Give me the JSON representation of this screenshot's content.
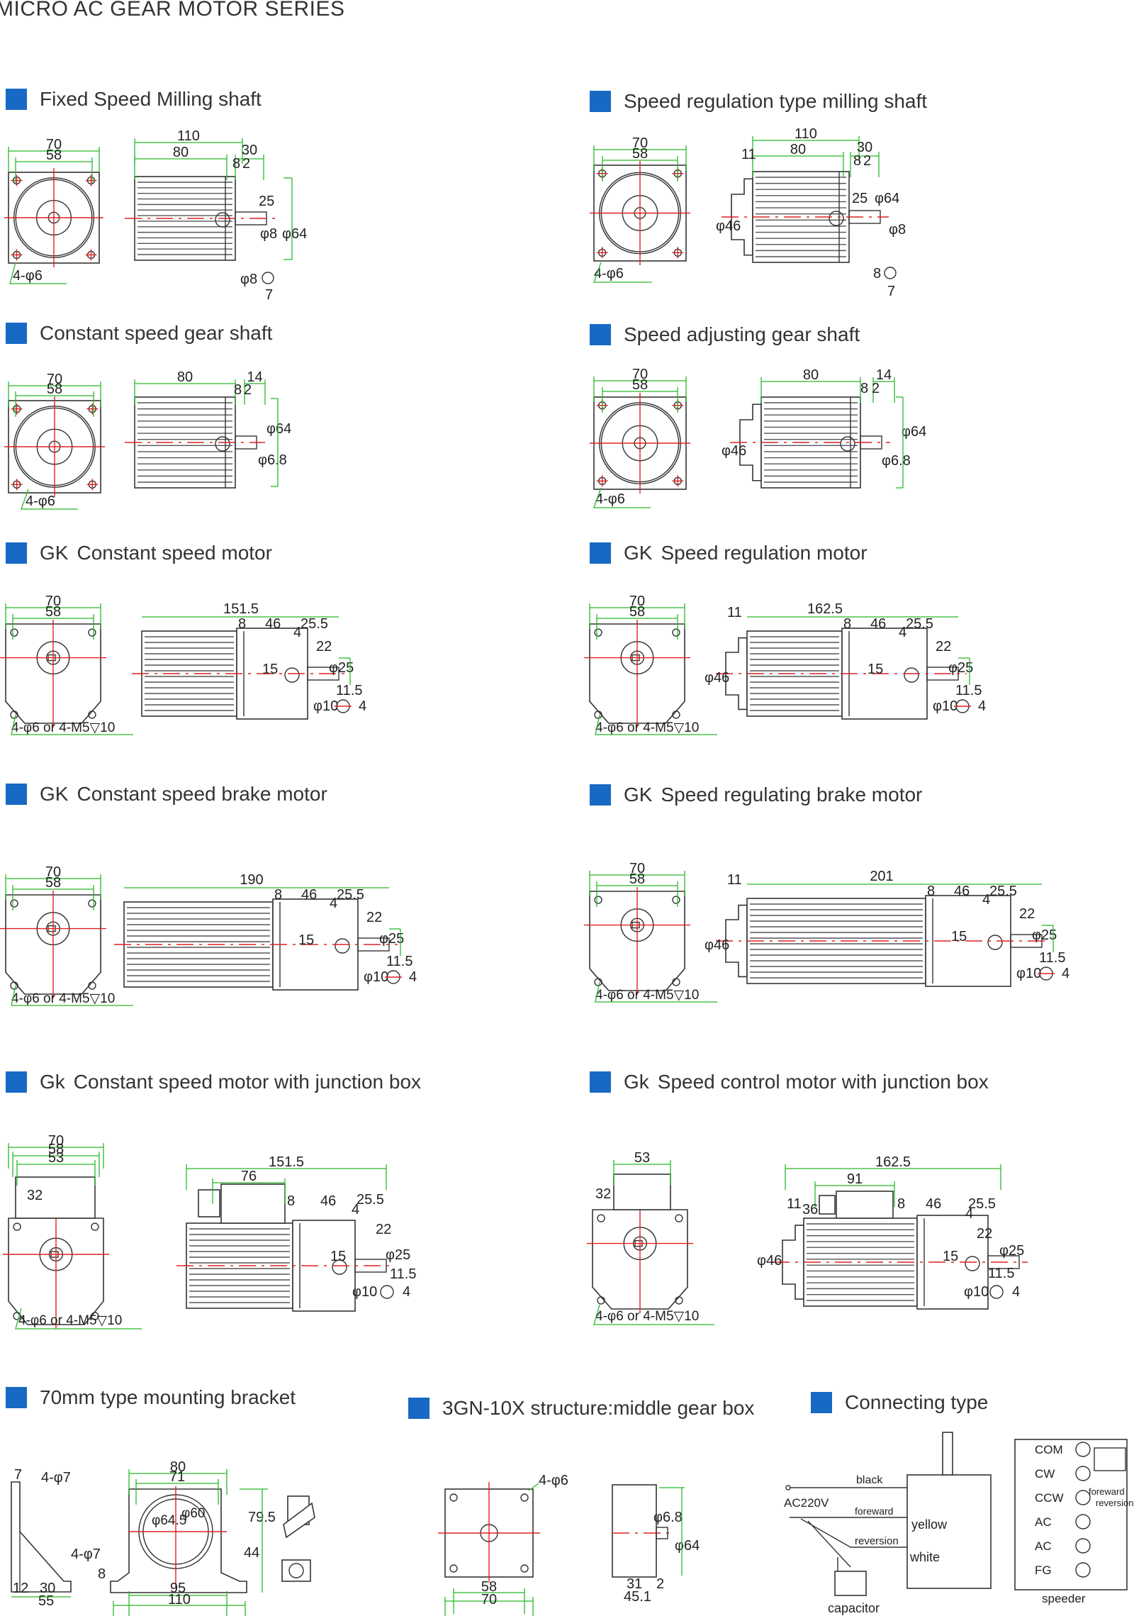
{
  "title": "MICRO AC GEAR MOTOR SERIES",
  "sections": [
    {
      "prefix": "",
      "title": "Fixed Speed Milling shaft",
      "dims": [
        "70",
        "58",
        "110",
        "80",
        "30",
        "8",
        "2",
        "25",
        "φ8",
        "φ64",
        "4-φ6",
        "φ8",
        "7"
      ]
    },
    {
      "prefix": "",
      "title": "Speed regulation type milling shaft",
      "dims": [
        "70",
        "58",
        "110",
        "80",
        "30",
        "8",
        "2",
        "11",
        "25",
        "φ64",
        "φ46",
        "φ8",
        "4-φ6",
        "8",
        "7"
      ]
    },
    {
      "prefix": "",
      "title": "Constant speed gear shaft",
      "dims": [
        "70",
        "58",
        "80",
        "14",
        "8",
        "2",
        "φ64",
        "φ6.8",
        "4-φ6"
      ]
    },
    {
      "prefix": "",
      "title": "Speed adjusting gear shaft",
      "dims": [
        "70",
        "58",
        "80",
        "14",
        "8",
        "2",
        "φ64",
        "φ46",
        "φ6.8",
        "4-φ6"
      ]
    },
    {
      "prefix": "GK",
      "title": "Constant  speed motor",
      "dims": [
        "70",
        "58",
        "151.5",
        "8",
        "46",
        "25.5",
        "4",
        "22",
        "15",
        "φ25",
        "11.5",
        "φ10",
        "4",
        "4-φ6 or 4-M5▽10"
      ]
    },
    {
      "prefix": "GK",
      "title": "Speed regulation motor",
      "dims": [
        "70",
        "58",
        "11",
        "162.5",
        "8",
        "46",
        "25.5",
        "4",
        "22",
        "φ46",
        "15",
        "φ25",
        "11.5",
        "φ10",
        "4",
        "4-φ6 or 4-M5▽10"
      ]
    },
    {
      "prefix": "GK",
      "title": "Constant speed brake motor",
      "dims": [
        "70",
        "58",
        "190",
        "8",
        "46",
        "25.5",
        "4",
        "22",
        "15",
        "φ25",
        "11.5",
        "φ10",
        "4",
        "4-φ6 or 4-M5▽10"
      ]
    },
    {
      "prefix": "GK",
      "title": "Speed regulating brake motor",
      "dims": [
        "70",
        "58",
        "11",
        "201",
        "8",
        "46",
        "25.5",
        "4",
        "22",
        "φ46",
        "15",
        "φ25",
        "11.5",
        "φ10",
        "4",
        "4-φ6 or 4-M5▽10"
      ]
    },
    {
      "prefix": "Gk",
      "title": "Constant speed motor with junction box",
      "dims": [
        "70",
        "58",
        "53",
        "32",
        "151.5",
        "76",
        "8",
        "46",
        "25.5",
        "4",
        "22",
        "15",
        "φ25",
        "11.5",
        "φ10",
        "4",
        "4-φ6 or 4-M5▽10"
      ]
    },
    {
      "prefix": "Gk",
      "title": "Speed control motor with junction box",
      "dims": [
        "53",
        "32",
        "162.5",
        "91",
        "11",
        "36",
        "8",
        "46",
        "25.5",
        "4",
        "22",
        "φ46",
        "15",
        "φ25",
        "11.5",
        "φ10",
        "4",
        "4-φ6 or 4-M5▽10"
      ]
    },
    {
      "prefix": "",
      "title": "70mm type mounting bracket",
      "dims": [
        "7",
        "4-φ7",
        "80",
        "71",
        "φ64.5",
        "φ60",
        "79.5",
        "4-φ7",
        "44",
        "8",
        "12",
        "30",
        "55",
        "95",
        "110"
      ]
    },
    {
      "prefix": "",
      "title": "3GN-10X structure:middle gear box",
      "dims": [
        "4-φ6",
        "φ6.8",
        "φ64",
        "58",
        "70",
        "31",
        "2",
        "45.1"
      ]
    },
    {
      "prefix": "",
      "title": "Connecting type",
      "dims": []
    }
  ],
  "wiring": {
    "power": "AC220V",
    "wires": [
      "black",
      "foreward",
      "reversion",
      "yellow",
      "white"
    ],
    "capacitor": "capacitor",
    "terminals": [
      "COM",
      "CW",
      "CCW",
      "AC",
      "AC",
      "FG"
    ],
    "switch_labels": [
      "foreward",
      "reversion"
    ],
    "controller": "speeder"
  },
  "colors": {
    "accent": "#1769c4",
    "dimension": "#28b828",
    "centerline": "#e02020",
    "outline": "#333333"
  }
}
